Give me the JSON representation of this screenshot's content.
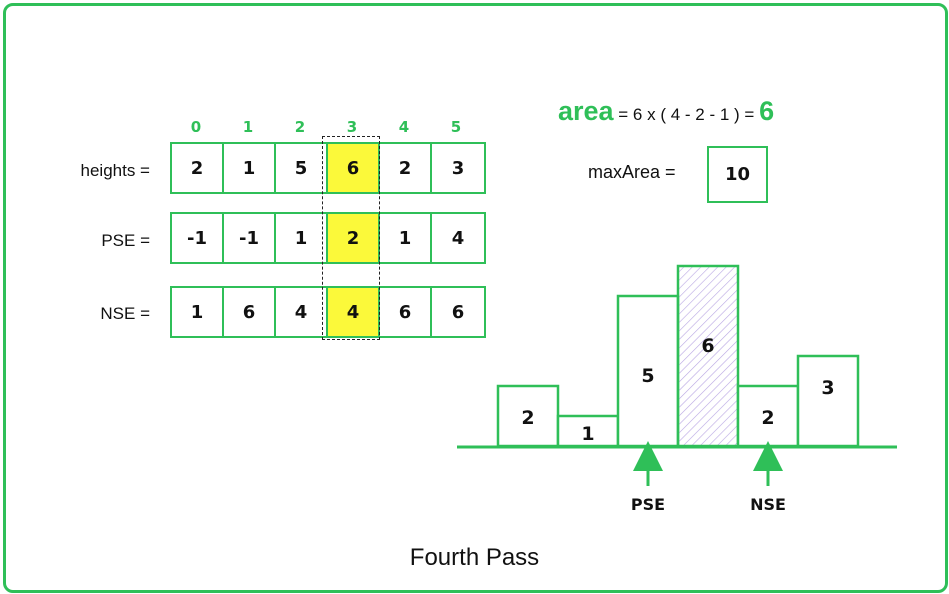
{
  "indices": [
    "0",
    "1",
    "2",
    "3",
    "4",
    "5"
  ],
  "rows": {
    "heights": {
      "label": "heights =",
      "values": [
        "2",
        "1",
        "5",
        "6",
        "2",
        "3"
      ]
    },
    "pse": {
      "label": "PSE =",
      "values": [
        "-1",
        "-1",
        "1",
        "2",
        "1",
        "4"
      ]
    },
    "nse": {
      "label": "NSE =",
      "values": [
        "1",
        "6",
        "4",
        "4",
        "6",
        "6"
      ]
    }
  },
  "highlight_index": 3,
  "area": {
    "word": "area",
    "expression": " = 6 x ( 4 - 2 - 1 ) = ",
    "result": "6"
  },
  "max_area": {
    "label": "maxArea =",
    "value": "10"
  },
  "histogram": {
    "heights": [
      2,
      1,
      5,
      6,
      2,
      3
    ],
    "labels": [
      "2",
      "1",
      "5",
      "6",
      "2",
      "3"
    ],
    "current_index": 3,
    "pse_index": 2,
    "nse_index": 4,
    "pse_label": "PSE",
    "nse_label": "NSE"
  },
  "title": "Fourth Pass",
  "colors": {
    "accent": "#2fbf58",
    "highlight": "#fbf93a",
    "hatch": "#b9a6e3"
  }
}
